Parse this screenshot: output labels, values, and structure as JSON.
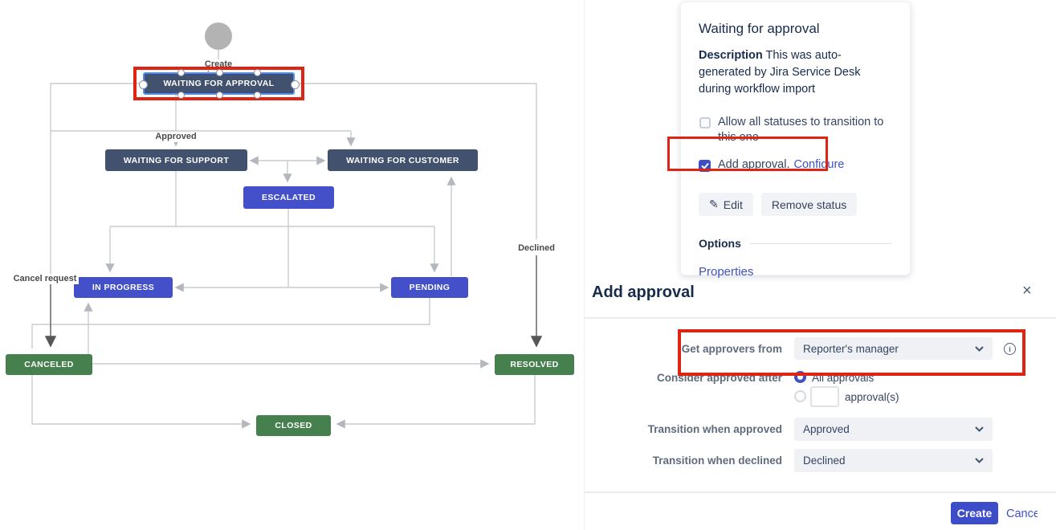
{
  "diagram": {
    "labels": {
      "create_issue": "Create issue",
      "approved": "Approved",
      "declined": "Declined",
      "cancel_request": "Cancel request"
    },
    "nodes": {
      "waiting_for_approval": "WAITING FOR APPROVAL",
      "waiting_for_support": "WAITING FOR SUPPORT",
      "waiting_for_customer": "WAITING FOR CUSTOMER",
      "escalated": "ESCALATED",
      "in_progress": "IN PROGRESS",
      "pending": "PENDING",
      "canceled": "CANCELED",
      "resolved": "RESOLVED",
      "closed": "CLOSED"
    },
    "colors": {
      "status_navy": "#42526e",
      "status_indigo": "#4350c9",
      "status_green": "#47804f",
      "wire": "#c9ccd1",
      "wire_dark": "#6e6e6e",
      "selection_blue": "#5b8cde",
      "annotation_red": "#e02413",
      "start_circle": "#b3b3b3"
    }
  },
  "status_panel": {
    "title": "Waiting for approval",
    "description_label": "Description",
    "description_text": "This was auto-generated by Jira Service Desk during workflow import",
    "allow_all_label": "Allow all statuses to transition to this one",
    "add_approval_label": "Add approval.",
    "configure_link": "Configure",
    "edit_button": "Edit",
    "remove_status_button": "Remove status",
    "options_heading": "Options",
    "properties_link": "Properties"
  },
  "dialog": {
    "title": "Add approval",
    "close_icon": "×",
    "rows": {
      "get_approvers": {
        "label": "Get approvers from",
        "value": "Reporter's manager"
      },
      "consider_approved": {
        "label": "Consider approved after",
        "option_all": "All approvals",
        "option_count_suffix": "approval(s)",
        "count_value": ""
      },
      "when_approved": {
        "label": "Transition when approved",
        "value": "Approved"
      },
      "when_declined": {
        "label": "Transition when declined",
        "value": "Declined"
      }
    },
    "create_button": "Create",
    "cancel_button": "Cancel",
    "accent_color": "#3d4cc8",
    "link_color": "#3d51c6"
  }
}
